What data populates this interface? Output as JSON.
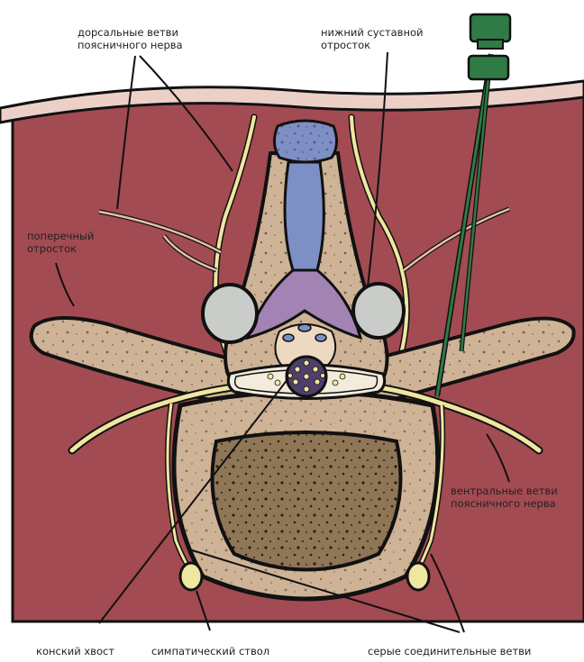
{
  "labels": {
    "dorsal_rami_line1": "дорсальные ветви",
    "dorsal_rami_line2": "поясничного нерва",
    "inferior_articular_line1": "нижний суставной",
    "inferior_articular_line2": "отросток",
    "transverse_process_line1": "поперечный",
    "transverse_process_line2": "отросток",
    "ventral_rami_line1": "вентральные ветви",
    "ventral_rami_line2": "поясничного нерва",
    "cauda_equina": "конский хвост",
    "sympathetic_trunk": "симпатический ствол",
    "gray_rami": "серые соединительные ветви"
  },
  "colors": {
    "muscle": "#a24b52",
    "skin": "#ecd0c8",
    "bone": "#cfb396",
    "vertebral_body": "#8e7656",
    "nerve": "#efe6a0",
    "spinous_process": "#7d8fc5",
    "lamina": "#a382b4",
    "facet": "#c9ccc8",
    "needle": "#2f7a45",
    "outline": "#111111"
  }
}
